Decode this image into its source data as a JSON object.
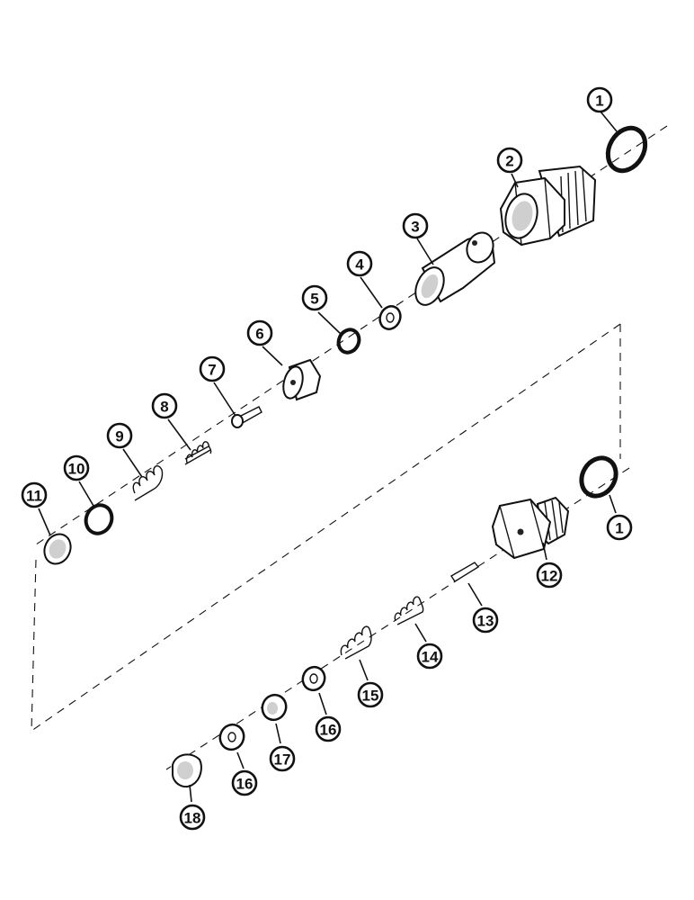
{
  "diagram": {
    "callouts": [
      {
        "id": "c1a",
        "label": "1"
      },
      {
        "id": "c2",
        "label": "2"
      },
      {
        "id": "c3",
        "label": "3"
      },
      {
        "id": "c4",
        "label": "4"
      },
      {
        "id": "c5",
        "label": "5"
      },
      {
        "id": "c6",
        "label": "6"
      },
      {
        "id": "c7",
        "label": "7"
      },
      {
        "id": "c8",
        "label": "8"
      },
      {
        "id": "c9",
        "label": "9"
      },
      {
        "id": "c10",
        "label": "10"
      },
      {
        "id": "c11",
        "label": "11"
      },
      {
        "id": "c1b",
        "label": "1"
      },
      {
        "id": "c12",
        "label": "12"
      },
      {
        "id": "c13",
        "label": "13"
      },
      {
        "id": "c14",
        "label": "14"
      },
      {
        "id": "c15",
        "label": "15"
      },
      {
        "id": "c16a",
        "label": "16"
      },
      {
        "id": "c17",
        "label": "17"
      },
      {
        "id": "c16b",
        "label": "16"
      },
      {
        "id": "c18",
        "label": "18"
      }
    ]
  }
}
